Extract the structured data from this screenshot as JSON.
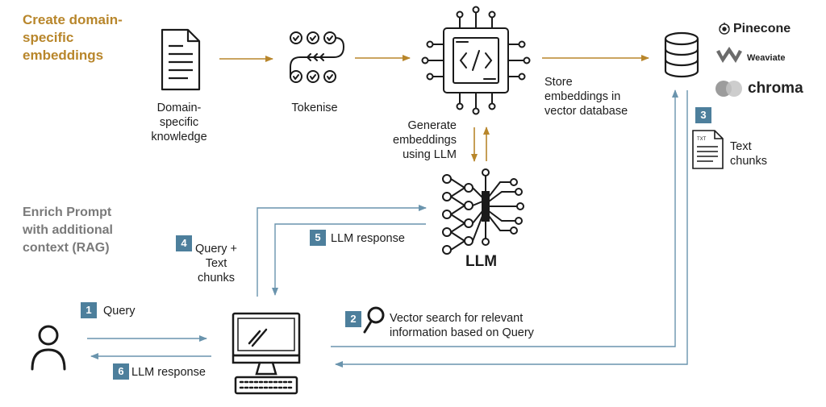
{
  "headings": {
    "create": "Create domain-\nspecific\nembeddings",
    "enrich": "Enrich Prompt\nwith additional\ncontext (RAG)"
  },
  "labels": {
    "domain_knowledge": "Domain-\nspecific\nknowledge",
    "tokenise": "Tokenise",
    "generate": "Generate\nembeddings\nusing LLM",
    "store": "Store\nembeddings in\nvector database",
    "text_chunks": "Text\nchunks",
    "llm": "LLM",
    "query_text": "Query +\nText\nchunks",
    "llm_response_top": "LLM response",
    "query": "Query",
    "vector_search": "Vector search for relevant\ninformation based on Query",
    "llm_response_bottom": "LLM response"
  },
  "badges": {
    "b1": "1",
    "b2": "2",
    "b3": "3",
    "b4": "4",
    "b5": "5",
    "b6": "6"
  },
  "brands": {
    "pinecone": "Pinecone",
    "weaviate": "Weaviate",
    "chroma": "chroma"
  },
  "file_icon_text": "TXT",
  "colors": {
    "gold": "#b8862b",
    "blue": "#6a94ad",
    "badge": "#4d7f9c",
    "gray_heading": "#7a7a7a"
  },
  "icons": [
    "document-icon",
    "tokenise-icon",
    "chip-icon",
    "database-icon",
    "neural-network-icon",
    "user-icon",
    "computer-icon",
    "magnifier-icon",
    "text-file-icon",
    "pinecone-logo",
    "weaviate-logo",
    "chroma-logo"
  ]
}
